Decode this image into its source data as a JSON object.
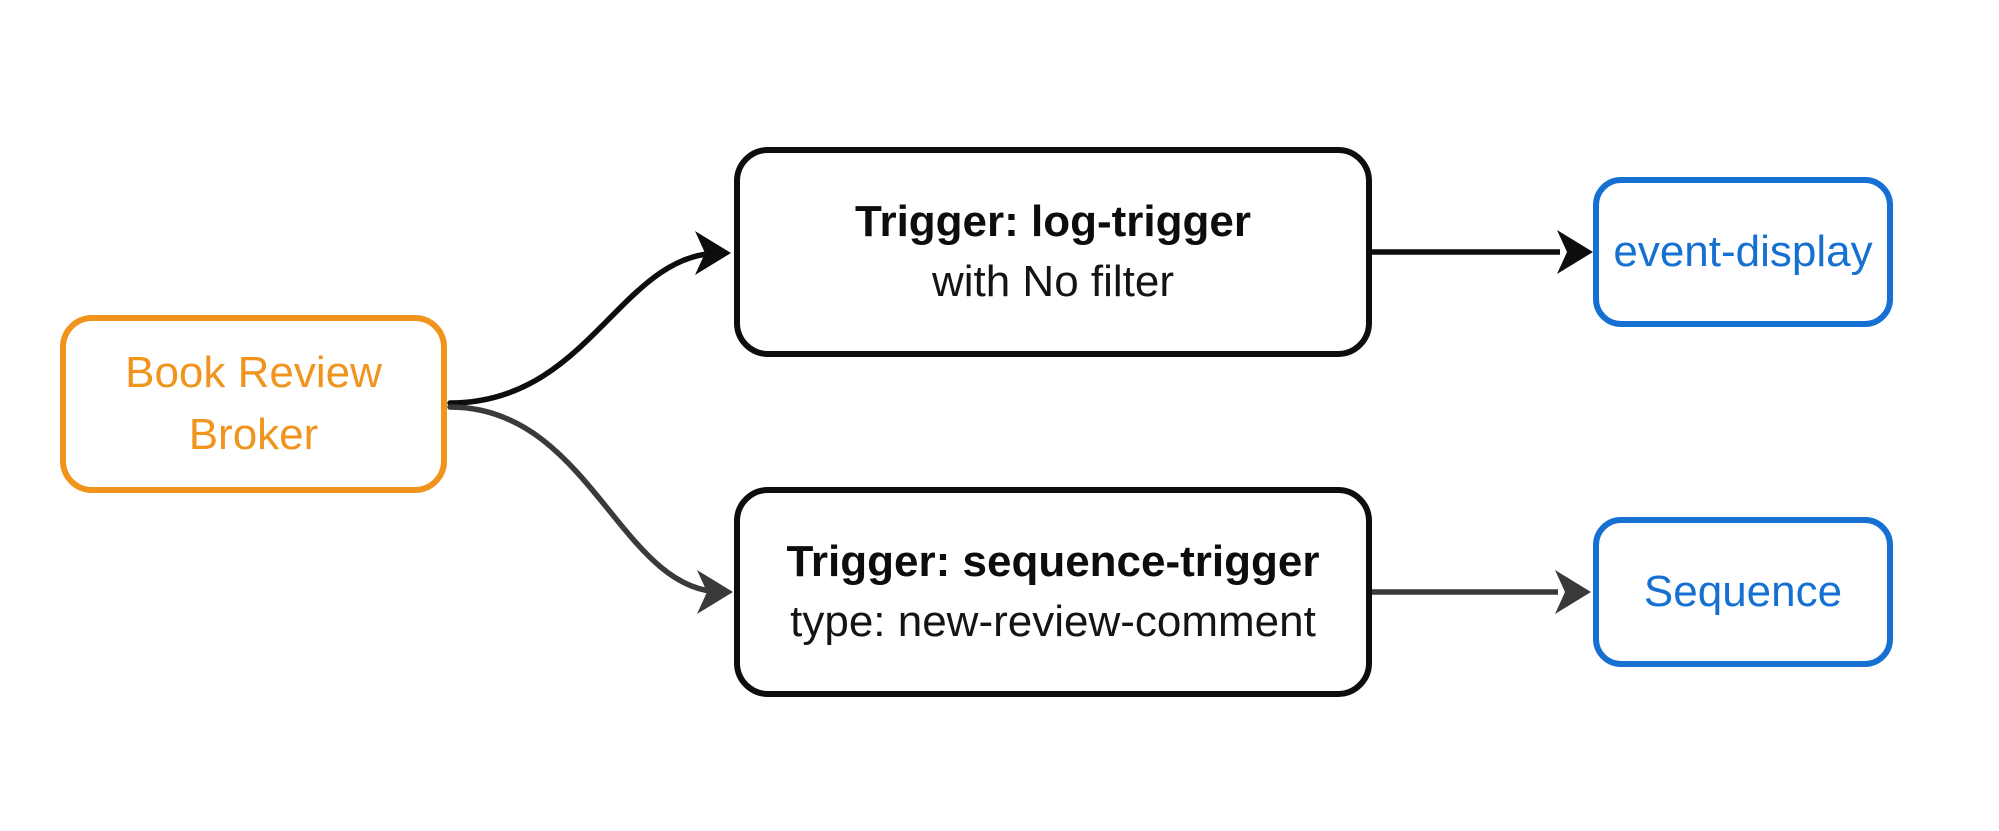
{
  "diagram": {
    "type": "flowchart",
    "background": "#FFFFFF",
    "nodes": {
      "broker": {
        "label_line1": "Book Review",
        "label_line2": "Broker",
        "color": "#F1941D"
      },
      "log_trigger": {
        "title": "Trigger: log-trigger",
        "subtitle": "with No filter",
        "color": "#0D0D0D"
      },
      "sequence_trigger": {
        "title": "Trigger: sequence-trigger",
        "subtitle": "type: new-review-comment",
        "color": "#0D0D0D"
      },
      "event_display": {
        "label": "event-display",
        "color": "#1570D2"
      },
      "sequence": {
        "label": "Sequence",
        "color": "#1570D2"
      }
    },
    "edges": {
      "broker_to_log_trigger": {
        "from": "broker",
        "to": "log_trigger",
        "style": "curved",
        "color": "#0D0D0D"
      },
      "broker_to_sequence_trigger": {
        "from": "broker",
        "to": "sequence_trigger",
        "style": "curved",
        "color": "#3A3A3A"
      },
      "log_trigger_to_event_display": {
        "from": "log_trigger",
        "to": "event_display",
        "style": "straight",
        "color": "#0D0D0D"
      },
      "sequence_trigger_to_sequence": {
        "from": "sequence_trigger",
        "to": "sequence",
        "style": "straight",
        "color": "#3A3A3A"
      }
    }
  }
}
